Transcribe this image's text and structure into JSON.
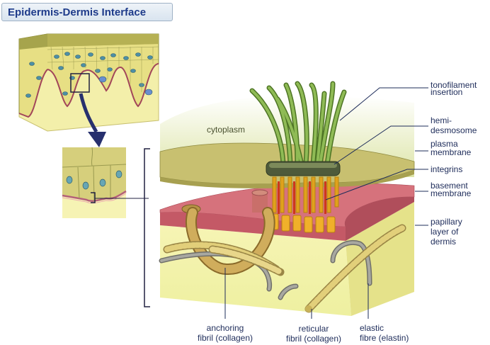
{
  "title": "Epidermis-Dermis Interface",
  "labels": {
    "cytoplasm": "cytoplasm",
    "tonofilament": [
      "tonofilament",
      "insertion"
    ],
    "hemidesmosome": [
      "hemi-",
      "desmosome"
    ],
    "plasma_membrane": [
      "plasma",
      "membrane"
    ],
    "integrins": [
      "integrins"
    ],
    "basement_membrane": [
      "basement",
      "membrane"
    ],
    "papillary_layer": [
      "papillary",
      "layer of",
      "dermis"
    ],
    "anchoring_fibril": [
      "anchoring",
      "fibril (collagen)"
    ],
    "reticular_fibril": [
      "reticular",
      "fibril (collagen)"
    ],
    "elastic_fibre": [
      "elastic",
      "fibre (elastin)"
    ]
  },
  "colors": {
    "title_text": "#1d3a8a",
    "label_text": "#1e2c5a",
    "dermis": "#f4f2a8",
    "basement_membrane": "#c9606a",
    "plasma_membrane": "#c8c070",
    "tonofilament": "#6f9a3a",
    "integrin": "#e0a21c",
    "collagen": "#e2cf7a",
    "elastin": "#8c8c86",
    "arrow": "#27306e"
  }
}
